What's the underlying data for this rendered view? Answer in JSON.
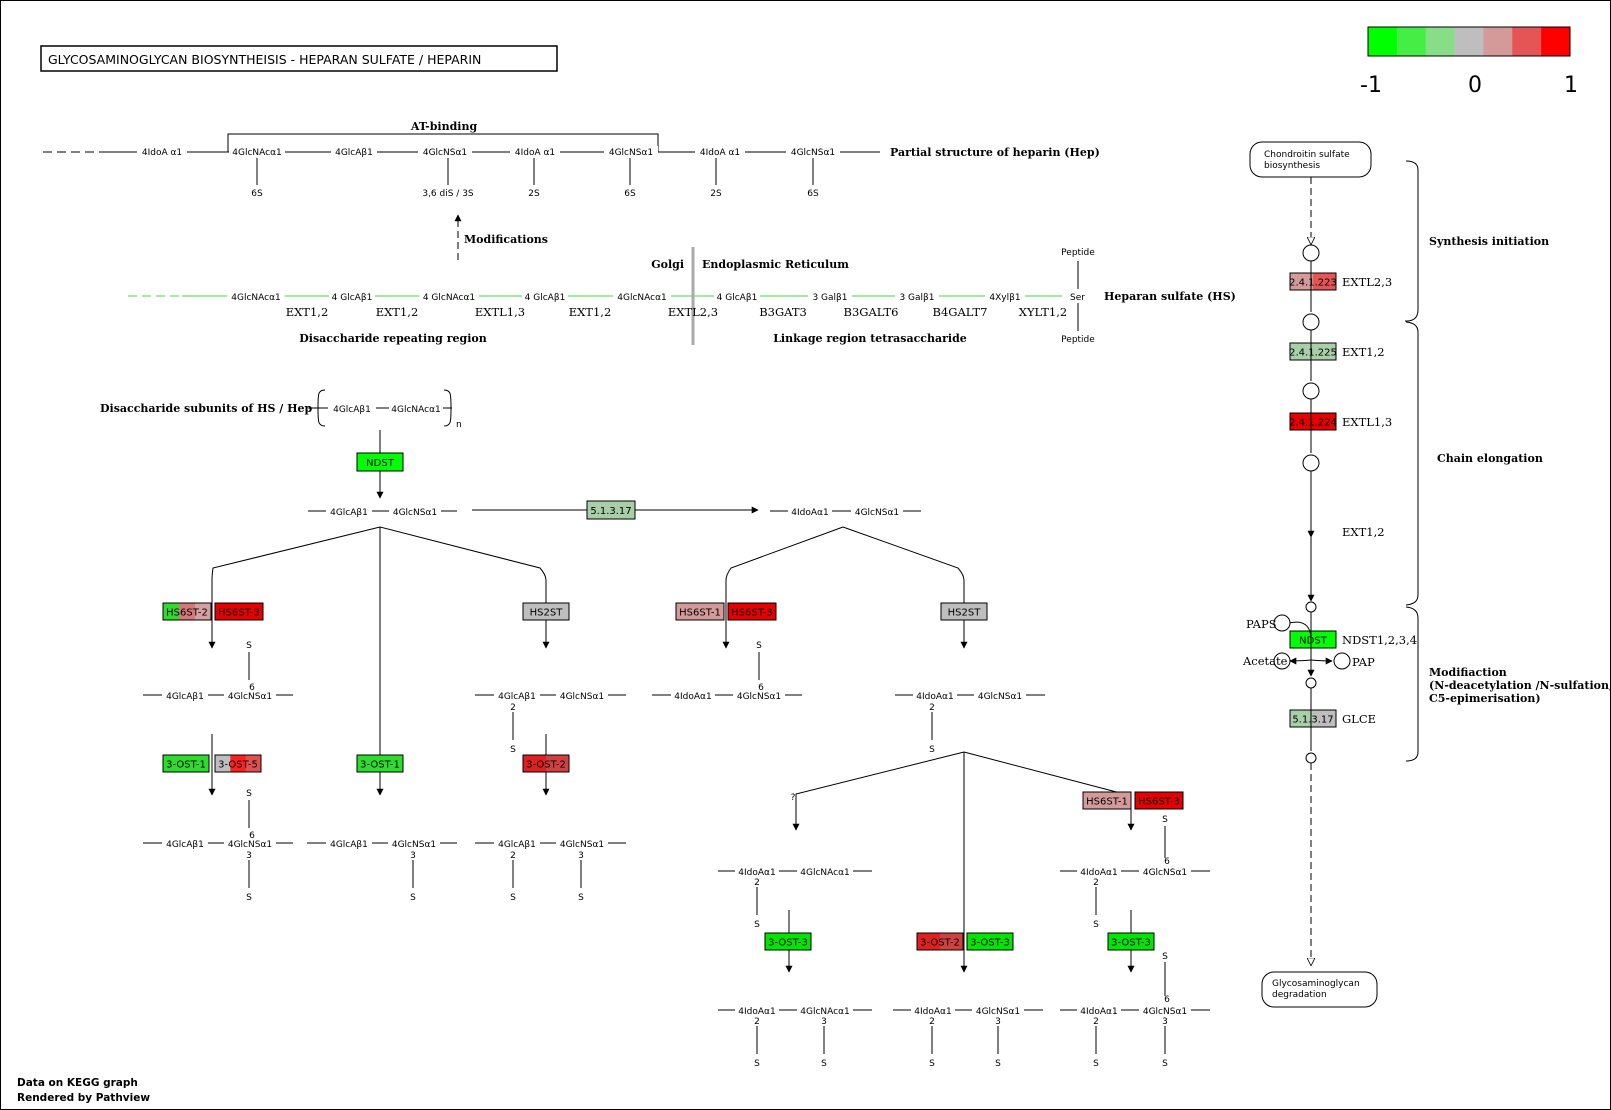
{
  "title": "GLYCOSAMINOGLYCAN  BIOSYNTHEISIS - HEPARAN  SULFATE / HEPARIN",
  "legend": {
    "ticks": [
      "-1",
      "0",
      "1"
    ],
    "colors": [
      "#00ff00",
      "#44ee44",
      "#88dd88",
      "#bebebe",
      "#d49a9a",
      "#e65555",
      "#ff0000"
    ]
  },
  "footer": {
    "line1": "Data on KEGG graph",
    "line2": "Rendered by Pathview"
  },
  "heparin_structure": {
    "at_binding": "AT-binding",
    "units": [
      "4IdoA α1",
      "4GlcNAcα1",
      "4GlcAβ1",
      "4GlcNSα1",
      "4IdoA α1",
      "4GlcNSα1",
      "4IdoA α1",
      "4GlcNSα1"
    ],
    "subs": [
      "6S",
      "3,6 diS / 3S",
      "2S",
      "6S",
      "2S",
      "6S"
    ],
    "label": "Partial structure of heparin (Hep)",
    "modifications": "Modifications"
  },
  "hs_chain": {
    "golgi": "Golgi",
    "er": "Endoplasmic Reticulum",
    "units": [
      "4GlcNAcα1",
      "4 GlcAβ1",
      "4 GlcNAcα1",
      "4 GlcAβ1",
      "4GlcNAcα1",
      "4 GlcAβ1",
      "3 Galβ1",
      "3 Galβ1",
      "4Xylβ1",
      "Ser"
    ],
    "peptide": "Peptide",
    "genes": [
      "EXT1,2",
      "EXT1,2",
      "EXTL1,3",
      "EXT1,2",
      "EXTL2,3",
      "B3GAT3",
      "B3GALT6",
      "B4GALT7",
      "XYLT1,2"
    ],
    "hs_label": "Heparan sulfate (HS)",
    "disaccharide_region": "Disaccharide repeating region",
    "linkage_region": "Linkage region tetrasaccharide"
  },
  "disaccharide": {
    "label": "Disaccharide subunits of HS / Hep",
    "units": [
      "4GlcAβ1",
      "4GlcNAcα1"
    ],
    "n": "n"
  },
  "residues": {
    "glca": "4GlcAβ1",
    "glcns": "4GlcNSα1",
    "glcnac": "4GlcNAcα1",
    "idoa": "4IdoAα1",
    "s": "S",
    "n2": "2",
    "n3": "3",
    "n6": "6",
    "question": "?"
  },
  "enzymes": [
    {
      "id": "ndst",
      "label": "NDST",
      "colors": [
        "#00ff00"
      ]
    },
    {
      "id": "epimerase",
      "label": "5.1.3.17",
      "colors": [
        "#a8cfa8"
      ]
    },
    {
      "id": "hs6st2_a",
      "label": "HS6ST-2",
      "colors": [
        "#2edc2e",
        "#d47878",
        "#d4a0a0"
      ]
    },
    {
      "id": "hs6st3_a",
      "label": "HS6ST-3",
      "colors": [
        "#e60000"
      ]
    },
    {
      "id": "hs2st_a",
      "label": "HS2ST",
      "colors": [
        "#bebebe"
      ]
    },
    {
      "id": "hs6st1_b",
      "label": "HS6ST-1",
      "colors": [
        "#d49a9a"
      ]
    },
    {
      "id": "hs6st3_b",
      "label": "HS6ST-3",
      "colors": [
        "#e60000"
      ]
    },
    {
      "id": "hs2st_b",
      "label": "HS2ST",
      "colors": [
        "#bebebe"
      ]
    },
    {
      "id": "ost1_a",
      "label": "3-OST-1",
      "colors": [
        "#2edc2e"
      ]
    },
    {
      "id": "ost5",
      "label": "3-OST-5",
      "colors": [
        "#bebebe",
        "#ff2020",
        "#e05050"
      ]
    },
    {
      "id": "ost1_b",
      "label": "3-OST-1",
      "colors": [
        "#2edc2e"
      ]
    },
    {
      "id": "ost2_a",
      "label": "3-OST-2",
      "colors": [
        "#e02020",
        "#d04040"
      ]
    },
    {
      "id": "hs6st1_c",
      "label": "HS6ST-1",
      "colors": [
        "#d49a9a"
      ]
    },
    {
      "id": "hs6st3_c",
      "label": "HS6ST-3",
      "colors": [
        "#e60000"
      ]
    },
    {
      "id": "ost3_a",
      "label": "3-OST-3",
      "colors": [
        "#00e600"
      ]
    },
    {
      "id": "ost2_b",
      "label": "3-OST-2",
      "colors": [
        "#e02020",
        "#d04040"
      ]
    },
    {
      "id": "ost3_b",
      "label": "3-OST-3",
      "colors": [
        "#00e600"
      ]
    },
    {
      "id": "ost3_c",
      "label": "3-OST-3",
      "colors": [
        "#00e600"
      ]
    },
    {
      "id": "ec_extl23",
      "label": "2.4.1.223",
      "colors": [
        "#d49a9a",
        "#e65555"
      ]
    },
    {
      "id": "ec_ext12",
      "label": "2.4.1.225",
      "colors": [
        "#a8cfa8"
      ]
    },
    {
      "id": "ec_extl13",
      "label": "2.4.1.224",
      "colors": [
        "#e60000"
      ]
    },
    {
      "id": "ndst_side",
      "label": "NDST",
      "colors": [
        "#00ff00"
      ]
    },
    {
      "id": "glce_side",
      "label": "5.1.3.17",
      "colors": [
        "#a8cfa8",
        "#bebebe"
      ]
    }
  ],
  "side_panel": {
    "chondroitin": [
      "Chondroitin sulfate",
      "biosynthesis"
    ],
    "degradation": [
      "Glycosaminoglycan",
      "degradation"
    ],
    "genes": [
      "EXTL2,3",
      "EXT1,2",
      "EXTL1,3",
      "EXT1,2",
      "NDST1,2,3,4",
      "GLCE"
    ],
    "compounds": [
      "PAPS",
      "Acetate",
      "PAP"
    ],
    "stages": {
      "initiation": "Synthesis initiation",
      "elongation": "Chain elongation",
      "modification": [
        "Modifiaction",
        "(N-deacetylation /N-sulfation,",
        "C5-epimerisation)"
      ]
    }
  }
}
